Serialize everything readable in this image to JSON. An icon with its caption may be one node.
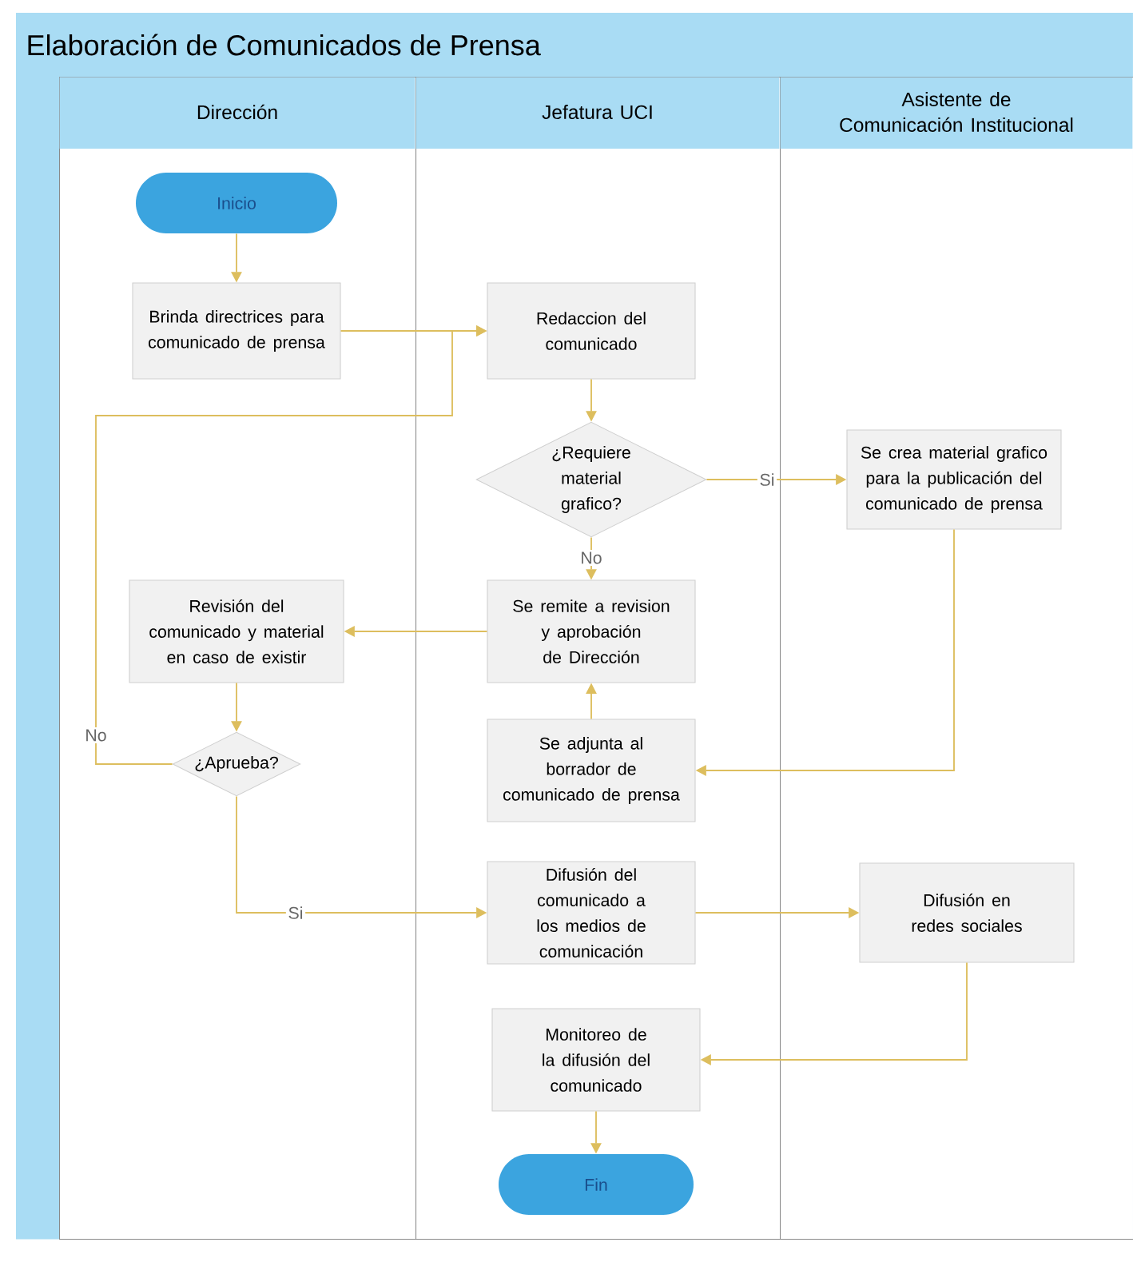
{
  "diagram": {
    "nodes": [
      {
        "text": [
          "Elaboración de Comunicados de Prensa"
        ]
      },
      {
        "text": [
          "Dirección"
        ],
        "in": 0
      },
      {
        "text": [
          "Jefatura UCI"
        ],
        "in": 0
      },
      {
        "text": [
          "Asistente de Comunicación Institucional"
        ],
        "in": 0
      },
      {
        "text": [
          "Inicio"
        ],
        "in": 1
      },
      {
        "text": [
          "Brinda directrices para comunicado de prensa"
        ],
        "in": 1
      },
      {
        "text": [
          "Redaccion del comunicado"
        ],
        "in": 2
      },
      {
        "text": [
          "¿Requiere material grafico?"
        ],
        "in": 2
      },
      {
        "text": [
          "Se crea material grafico para la publicación del comunicado de prensa"
        ],
        "in": 3
      },
      {
        "text": [
          "Revisión del comunicado y material en caso de existir"
        ],
        "in": 1
      },
      {
        "text": [
          "Se remite a revision y aprobación de Dirección"
        ],
        "in": 2
      },
      {
        "text": [
          "¿Aprueba?"
        ],
        "in": 1
      },
      {
        "text": [
          "Se adjunta al borrador de comunicado de prensa"
        ],
        "in": 2
      },
      {
        "text": [
          "Difusión del comunicado a los medios de comunicación"
        ],
        "in": 2
      },
      {
        "text": [
          "Difusión en redes sociales"
        ],
        "in": 3
      },
      {
        "text": [
          "Monitoreo de la difusión del comunicado"
        ],
        "in": 2
      },
      {
        "text": [
          "Fin"
        ],
        "in": 2
      }
    ],
    "edges": [
      {
        "from": 4,
        "to": 5,
        "arrow": "to"
      },
      {
        "from": 5,
        "to": 6,
        "arrow": "to"
      },
      {
        "from": 6,
        "to": 7,
        "arrow": "to"
      },
      {
        "from": 7,
        "to": 8,
        "arrow": "to",
        "label": "Si"
      },
      {
        "from": 7,
        "to": 10,
        "arrow": "to",
        "label": "No"
      },
      {
        "from": 10,
        "to": 9,
        "arrow": "to"
      },
      {
        "from": 9,
        "to": 11,
        "arrow": "to"
      },
      {
        "from": 11,
        "to": 6,
        "arrow": "to",
        "label": "No"
      },
      {
        "from": 8,
        "to": 12,
        "arrow": "to"
      },
      {
        "from": 12,
        "to": 10,
        "arrow": "to"
      },
      {
        "from": 11,
        "to": 13,
        "arrow": "to",
        "label": "Si"
      },
      {
        "from": 13,
        "to": 14,
        "arrow": "to"
      },
      {
        "from": 14,
        "to": 15,
        "arrow": "to"
      },
      {
        "from": 15,
        "to": 16,
        "arrow": "to"
      }
    ]
  }
}
